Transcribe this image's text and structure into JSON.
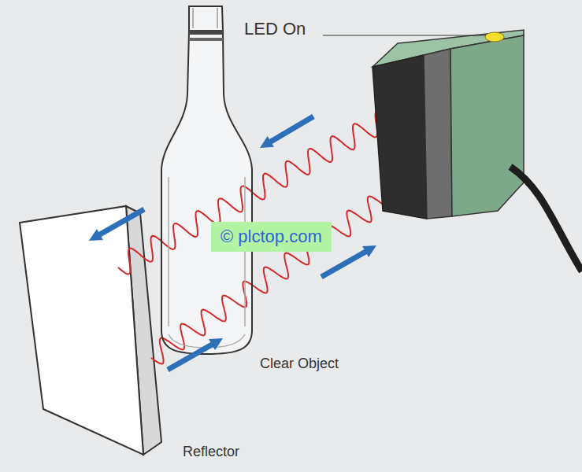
{
  "diagram": {
    "labels": [
      "LED On",
      "Clear Object",
      "Reflector",
      "© plctop.com"
    ]
  }
}
